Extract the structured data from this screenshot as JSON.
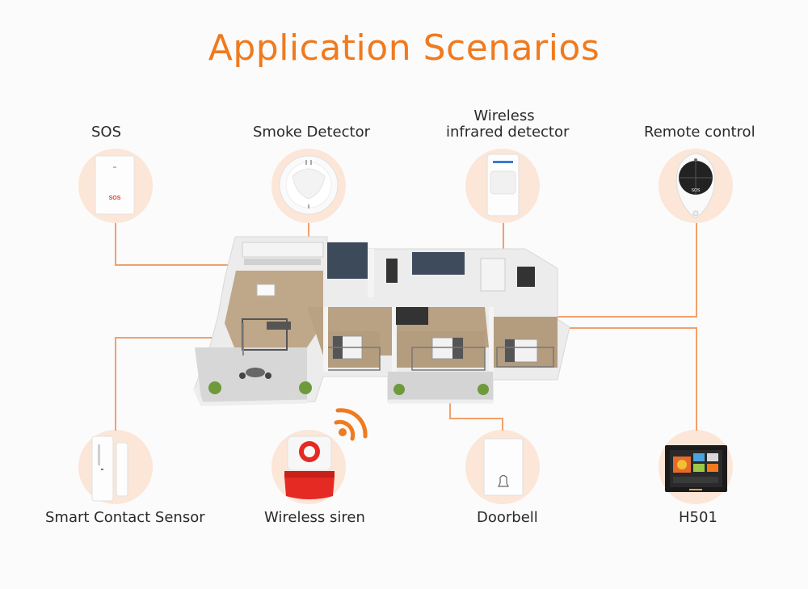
{
  "title": "Application Scenarios",
  "devices": {
    "sos": {
      "label": "SOS",
      "badge": "SOS"
    },
    "smoke": {
      "label": "Smoke Detector"
    },
    "pir": {
      "label_line1": "Wireless",
      "label_line2": "infrared detector"
    },
    "remote": {
      "label": "Remote control",
      "badge": "SOS"
    },
    "contact": {
      "label": "Smart Contact Sensor"
    },
    "siren": {
      "label": "Wireless siren"
    },
    "doorbell": {
      "label": "Doorbell"
    },
    "hub": {
      "label": "H501"
    }
  },
  "colors": {
    "accent": "#f07a1e",
    "circle_bg": "#fbe6d8",
    "connector": "#f3a06a",
    "siren_red": "#e42a22",
    "floor_wood": "#b9a183"
  },
  "icons": {
    "signal": "wifi-signal-icon",
    "bell": "bell-icon"
  }
}
